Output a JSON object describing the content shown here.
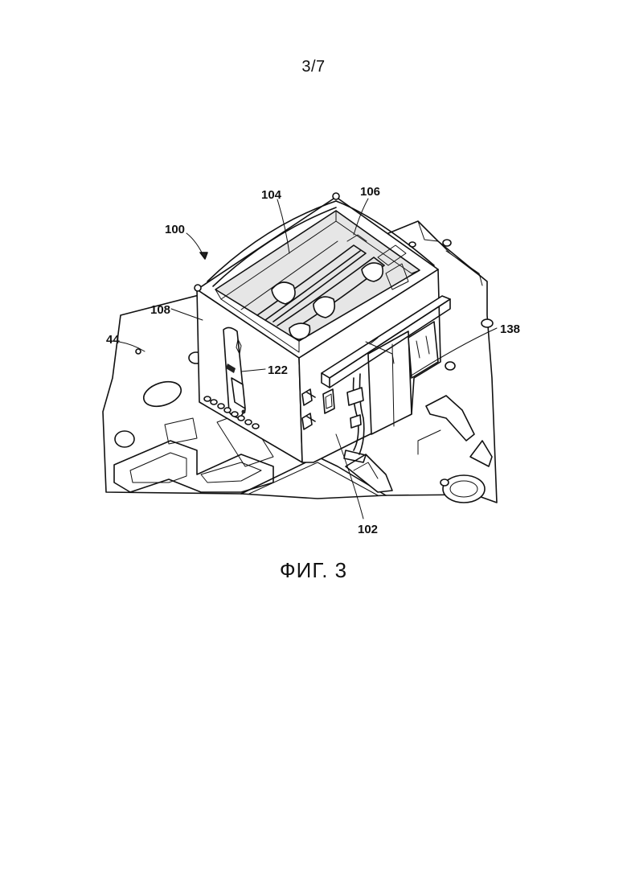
{
  "sheet": {
    "number": "3/7"
  },
  "figure": {
    "caption": "ФИГ. 3"
  },
  "reference_labels": {
    "r100": "100",
    "r104": "104",
    "r106": "106",
    "r108": "108",
    "r44": "44",
    "r122": "122",
    "r138": "138",
    "r102": "102"
  }
}
